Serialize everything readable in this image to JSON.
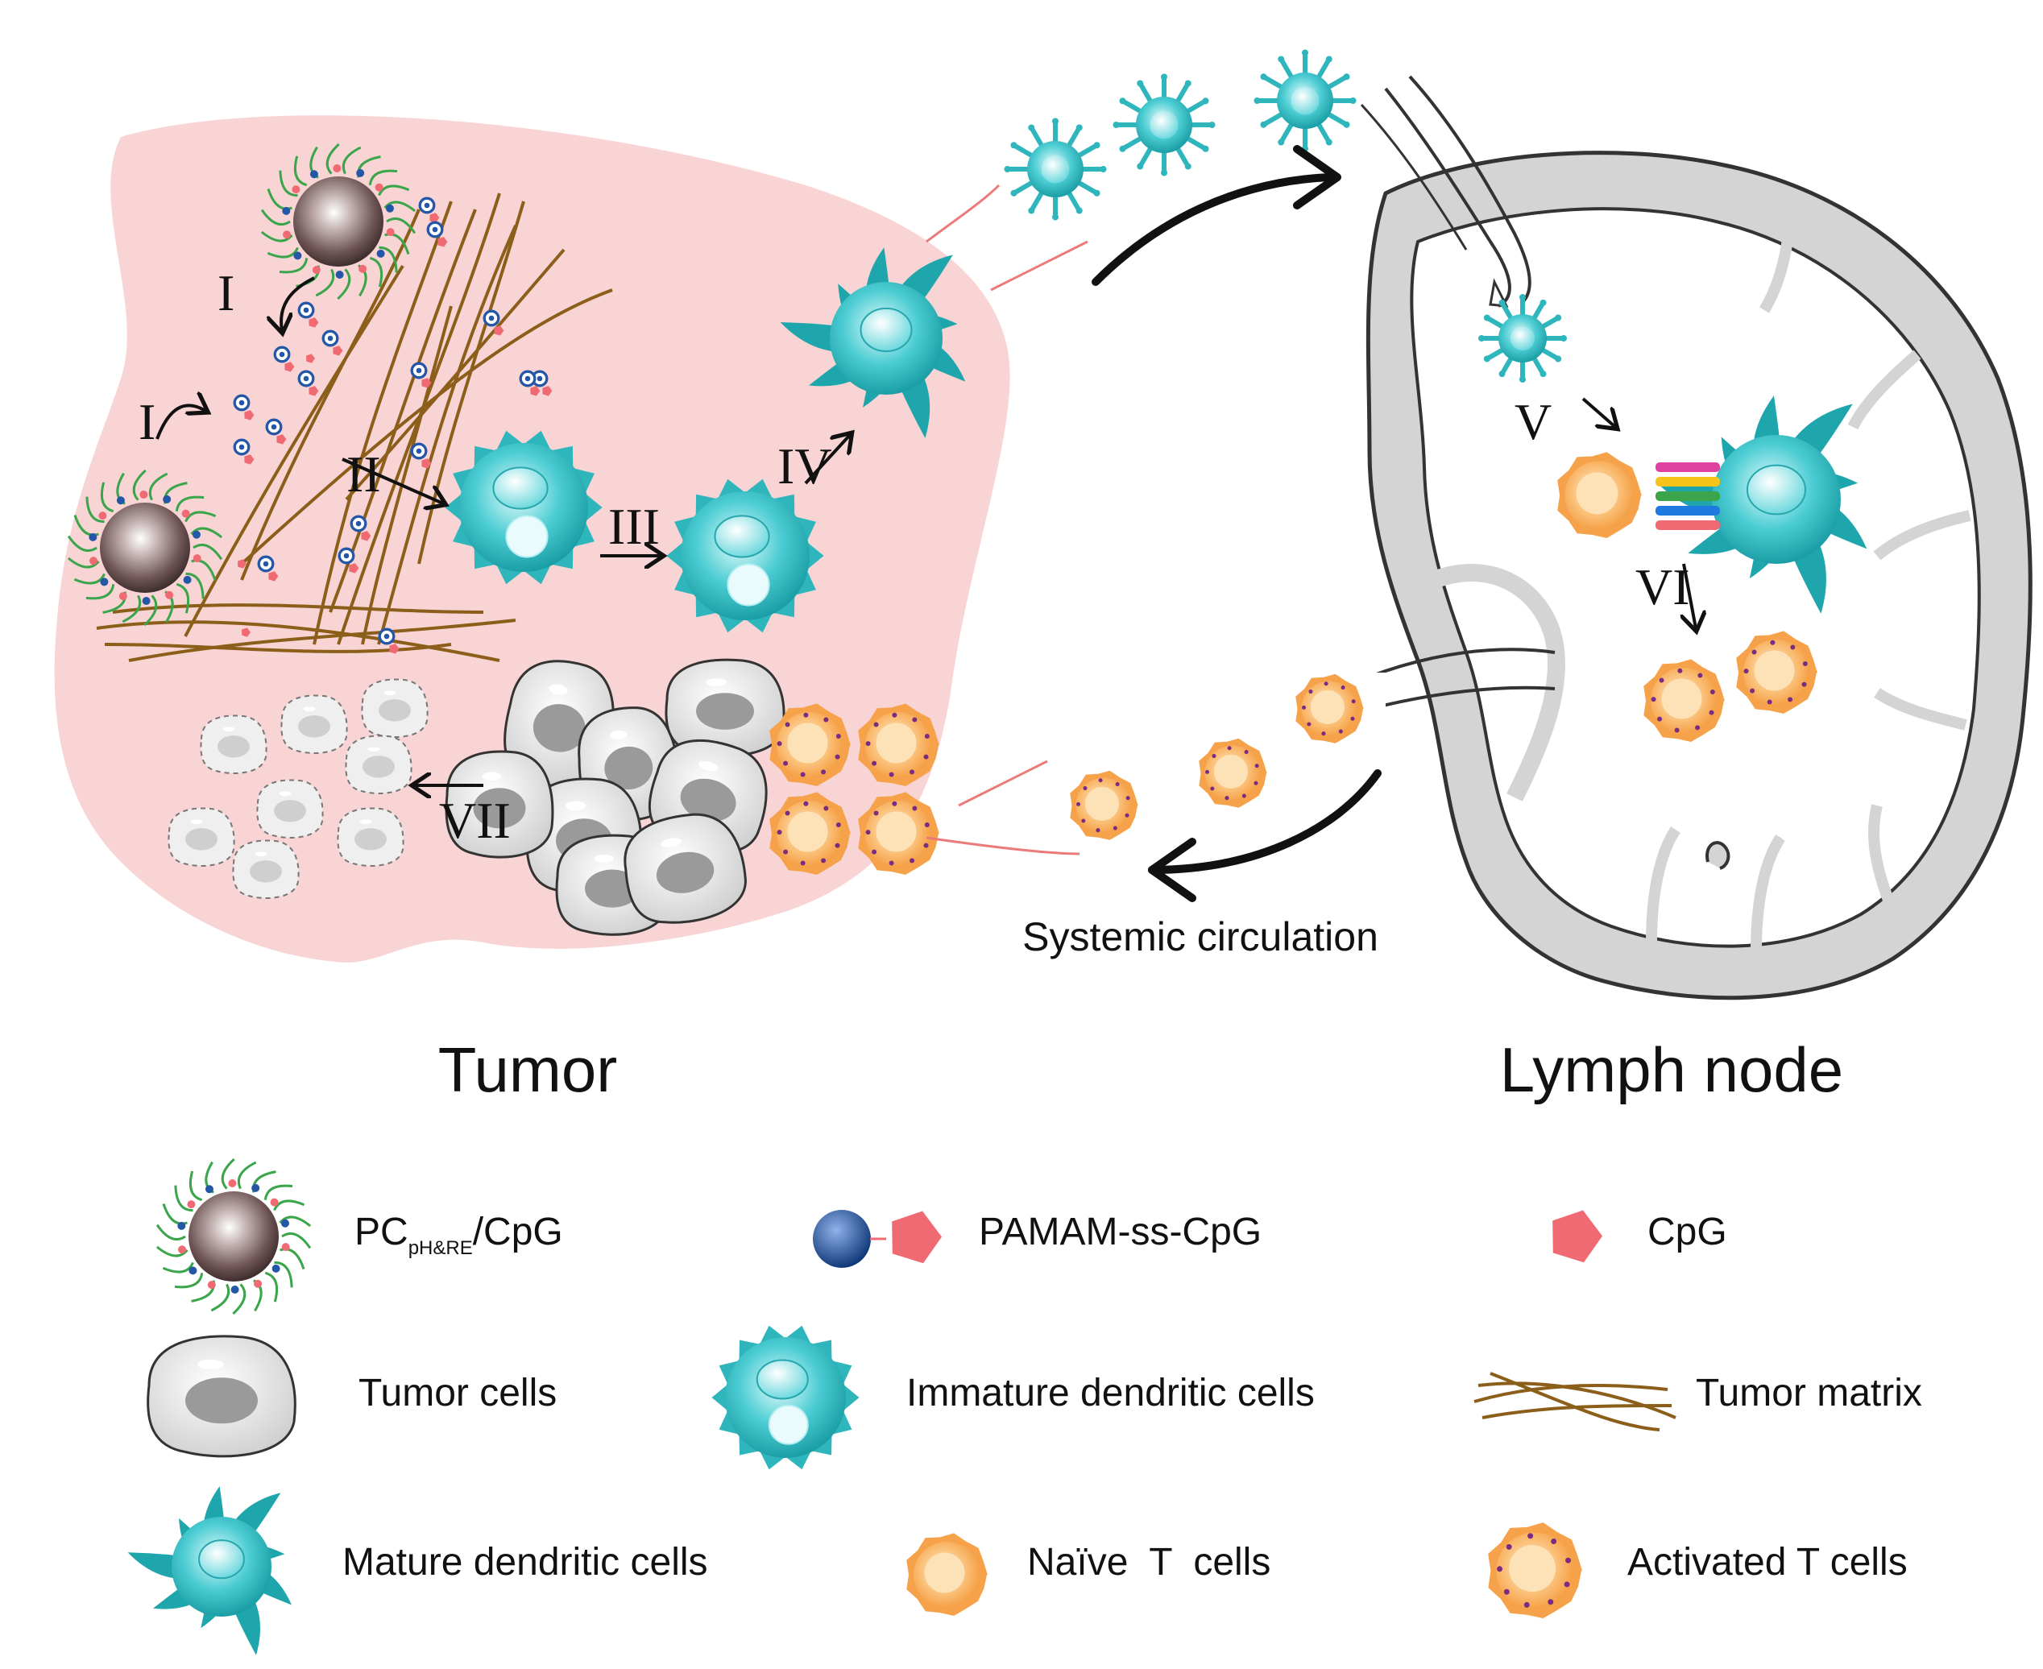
{
  "regions": {
    "tumor": "Tumor",
    "lymph_node": "Lymph node",
    "circulation": "Systemic circulation"
  },
  "steps": [
    "I",
    "I",
    "II",
    "III",
    "IV",
    "V",
    "VI",
    "VII"
  ],
  "legend": {
    "nanoparticle_main": "PC",
    "nanoparticle_sub": "pH&RE",
    "nanoparticle_tail": "/CpG",
    "pamam": "PAMAM-ss-CpG",
    "cpg": "CpG",
    "tumor_cells": "Tumor cells",
    "immature_dc": "Immature dendritic cells",
    "tumor_matrix": "Tumor matrix",
    "mature_dc": "Mature dendritic cells",
    "naive_t": "Naïve  T  cells",
    "activated_t": "Activated T cells"
  },
  "colors": {
    "tumor_bg": "#f9d4d4",
    "dc_teal": "#3cc3c9",
    "t_cell_orange": "#f9b363",
    "fiber_brown": "#8b5e1a",
    "cpg_red": "#f06a73",
    "pamam_blue": "#1b4f9c",
    "lymph_gray": "#c8c8c8"
  }
}
